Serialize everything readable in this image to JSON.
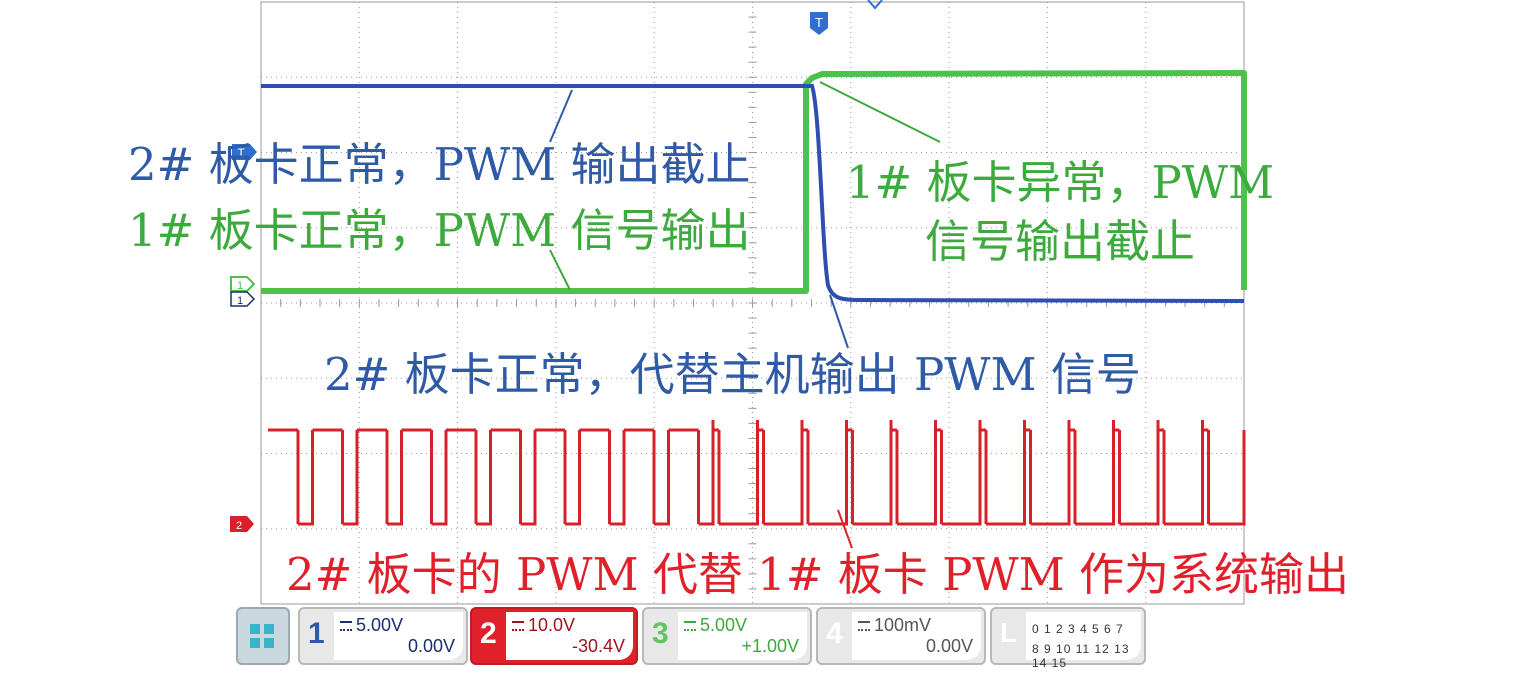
{
  "annotations": {
    "board2_normal_cutoff": "2# 板卡正常，PWM 输出截止",
    "board1_normal_output": "1# 板卡正常，PWM 信号输出",
    "board1_abnormal_line1": "1# 板卡异常，PWM",
    "board1_abnormal_line2": "信号输出截止",
    "board2_replace_host": "2# 板卡正常，代替主机输出 PWM 信号",
    "board2_replace_board1": "2# 板卡的 PWM 代替 1# 板卡 PWM 作为系统输出"
  },
  "markers": {
    "trigger": "T",
    "trigger_level": "T",
    "ch1_ground": "1",
    "ch3_ground": "1",
    "ch2_ground": "2"
  },
  "channels": [
    {
      "number": "1",
      "scale": "5.00V",
      "offset": "0.00V"
    },
    {
      "number": "2",
      "scale": "10.0V",
      "offset": "-30.4V"
    },
    {
      "number": "3",
      "scale": "5.00V",
      "offset": "+1.00V"
    },
    {
      "number": "4",
      "scale": "100mV",
      "offset": "0.00V"
    }
  ],
  "logic": {
    "label": "L",
    "row1": "0 1 2 3  4 5 6 7",
    "row2": "8 9 10 11 12 13 14 15"
  },
  "colors": {
    "ch1_trace": "#2f4fb0",
    "ch2_trace": "#d8202a",
    "ch3_trace": "#4cc24c",
    "grid": "#9a9a9a"
  }
}
